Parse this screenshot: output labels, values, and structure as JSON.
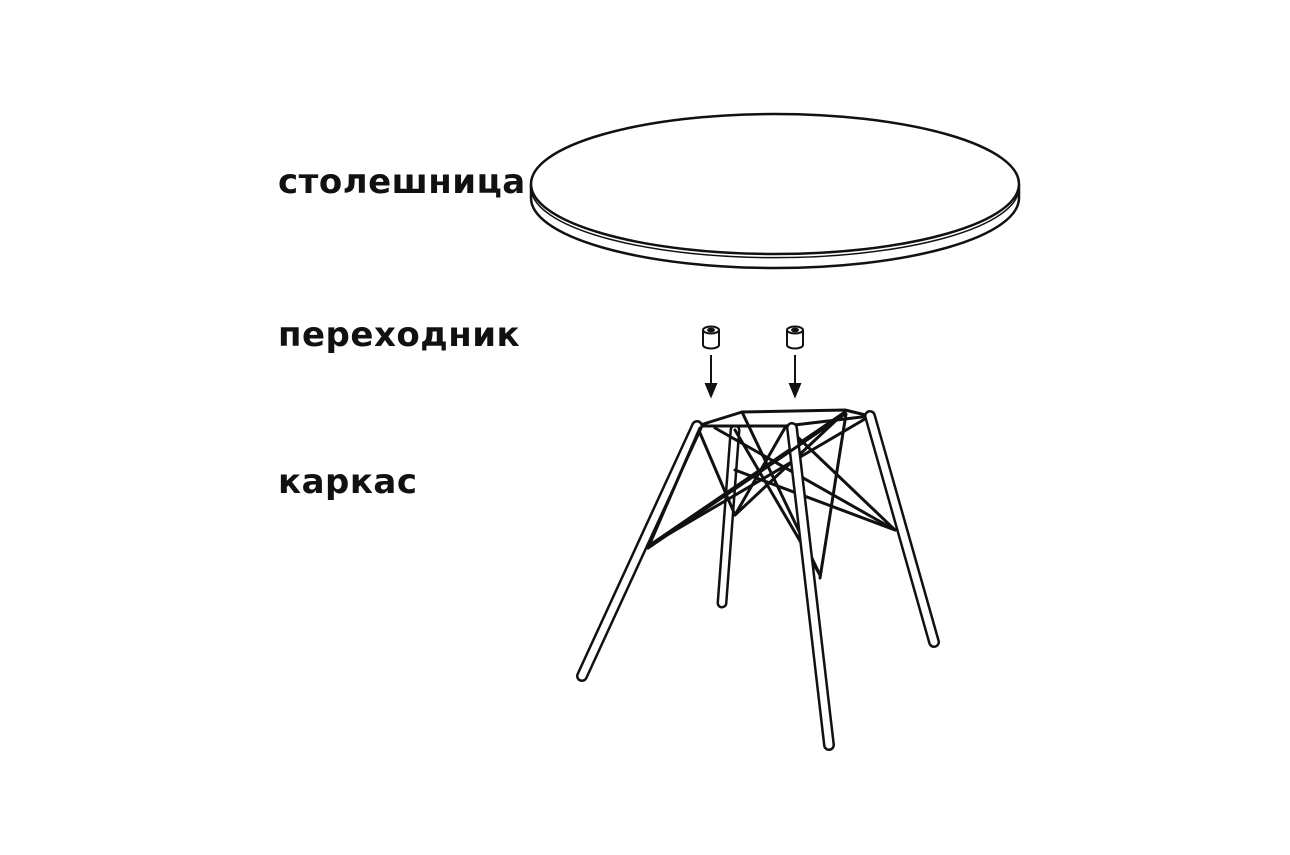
{
  "labels": {
    "tabletop": "столешница",
    "adapter": "переходник",
    "frame": "каркас"
  },
  "colors": {
    "line": "#111111",
    "background": "#ffffff"
  }
}
